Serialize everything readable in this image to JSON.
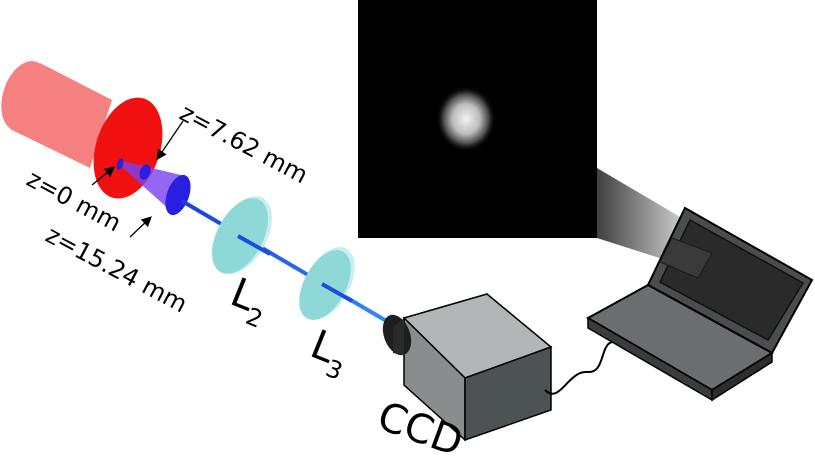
{
  "annotations": {
    "z_start": "z=0 mm",
    "z_mid": "z=7.62 mm",
    "z_end": "z=15.24 mm"
  },
  "lenses": {
    "l2": {
      "letter": "L",
      "subscript": "2"
    },
    "l3": {
      "letter": "L",
      "subscript": "3"
    }
  },
  "camera": {
    "label": "CCD"
  },
  "colors": {
    "laser_cell": "#f01010",
    "beam": "#1a4ee0",
    "lens": "#8fd8d8",
    "camera_body": "#8a8d8d",
    "monitor_bg": "#000000"
  }
}
